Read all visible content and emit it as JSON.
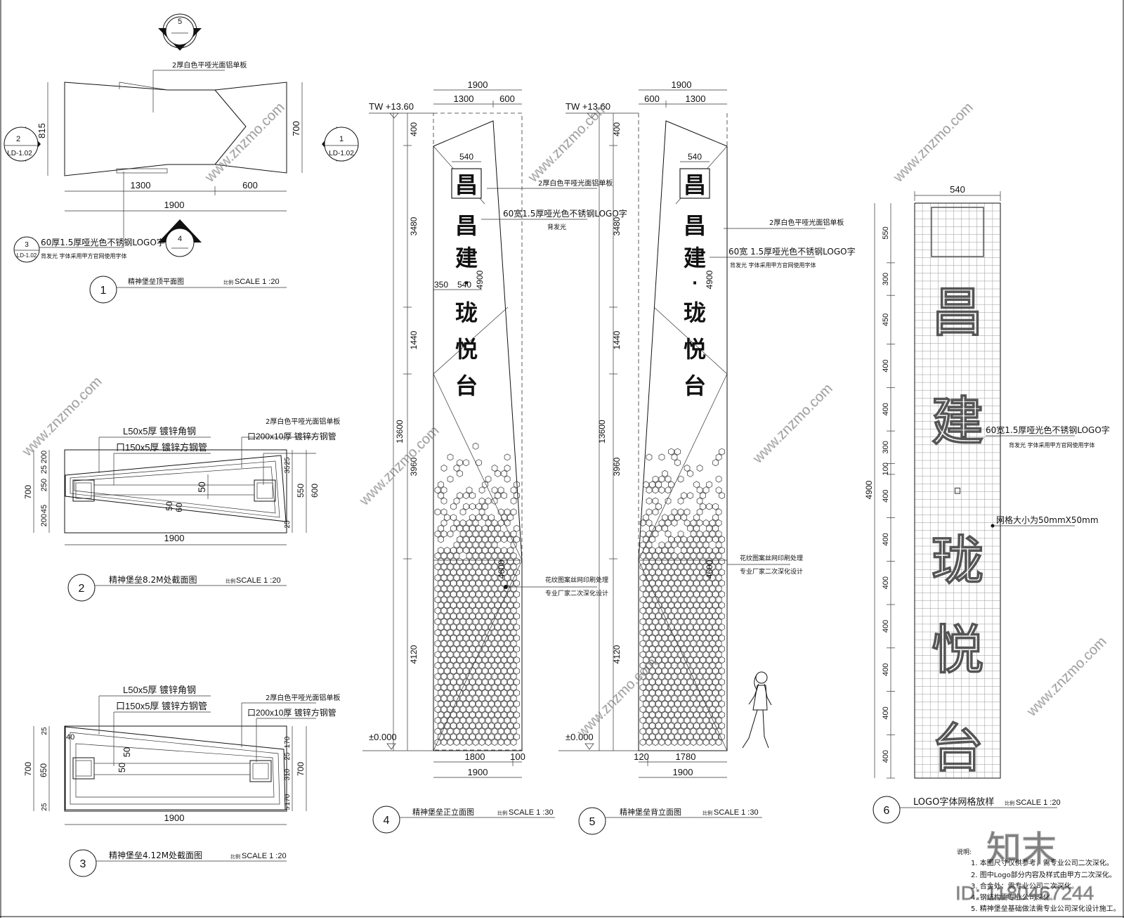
{
  "plan1": {
    "section_top": "5",
    "section_bottom": "4",
    "mark_left_num": "2",
    "mark_left_ref": "LD-1.02",
    "mark_right_num": "1",
    "mark_right_ref": "LD-1.02",
    "mark_detail_num": "3",
    "mark_detail_ref": "LD-1.02",
    "note_top": "2厚白色平哑光面铝单板",
    "note_logo_a": "60厚1.5厚哑光色不锈钢LOGO字",
    "note_logo_b": "背发光   字体采用甲方官网使用字体",
    "dims": [
      "815",
      "700",
      "1300",
      "600",
      "1900"
    ],
    "title_num": "1",
    "title": "精神堡垒顶平面图",
    "scale_prefix": "比例",
    "scale": "SCALE 1 :20"
  },
  "section2": {
    "note_angle": "L50x5厚  镀锌角钢",
    "note_tube_a": "口150x5厚  镀锌方钢管",
    "note_panel": "2厚白色平哑光面铝单板",
    "note_tube_b": "口200x10厚  镀锌方钢管",
    "dims_left": [
      "700",
      "200",
      "25",
      "250",
      "25",
      "200",
      "45"
    ],
    "dims_right": [
      "25",
      "550",
      "600",
      "25",
      "35"
    ],
    "dims_inner": [
      "50",
      "50",
      "60"
    ],
    "width": "1900",
    "title_num": "2",
    "title": "精神堡垒8.2M处截面图",
    "scale_prefix": "比例",
    "scale": "SCALE 1 :20"
  },
  "section3": {
    "note_angle": "L50x5厚  镀锌角钢",
    "note_tube_a": "口150x5厚  镀锌方钢管",
    "note_panel": "2厚白色平哑光面铝单板",
    "note_tube_b": "口200x10厚  镀锌方钢管",
    "dims_left": [
      "700",
      "650",
      "25",
      "25"
    ],
    "dims_right": [
      "170",
      "25",
      "310",
      "700",
      "170",
      "5"
    ],
    "dims_inner": [
      "40",
      "50",
      "50"
    ],
    "width": "1900",
    "title_num": "3",
    "title": "精神堡垒4.12M处截面图",
    "scale_prefix": "比例",
    "scale": "SCALE 1 :20"
  },
  "elev4": {
    "top_dims": [
      "1900",
      "1300",
      "600"
    ],
    "level_top": "TW +13.60",
    "level_bottom": "±0.000",
    "left_dims": [
      "400",
      "3480",
      "1440",
      "3960",
      "4120"
    ],
    "total_height": "13600",
    "inner_dims": [
      "540",
      "350",
      "540",
      "4900",
      "4600"
    ],
    "bottom_dims": [
      "1800",
      "100",
      "1900"
    ],
    "chars": [
      "昌",
      "建",
      "·",
      "珑",
      "悦",
      "台"
    ],
    "note_panel": "2厚白色平哑光面铝单板",
    "note_logo_a": "60宽1.5厚哑光色不锈钢LOGO字",
    "note_logo_b": "背发光",
    "note_pattern_a": "花纹图案丝网印刷处理",
    "note_pattern_b": "专业厂家二次深化设计",
    "title_num": "4",
    "title": "精神堡垒正立面图",
    "scale_prefix": "比例",
    "scale": "SCALE 1 :30"
  },
  "elev5": {
    "top_dims": [
      "1900",
      "600",
      "1300"
    ],
    "level_top": "TW +13.60",
    "level_bottom": "±0.000",
    "left_dims": [
      "400",
      "3480",
      "1440",
      "3960",
      "4120"
    ],
    "total_height": "13600",
    "inner_dims": [
      "540",
      "4900",
      "4600"
    ],
    "bottom_dims": [
      "120",
      "1780",
      "1900"
    ],
    "chars": [
      "昌",
      "建",
      "·",
      "珑",
      "悦",
      "台"
    ],
    "note_panel": "2厚白色平哑光面铝单板",
    "note_logo_a": "60宽 1.5厚哑光色不锈钢LOGO字",
    "note_logo_b": "背发光   字体采用甲方官网使用字体",
    "note_pattern_a": "花纹图案丝网印刷处理",
    "note_pattern_b": "专业厂家二次深化设计",
    "title_num": "5",
    "title": "精神堡垒背立面图",
    "scale_prefix": "比例",
    "scale": "SCALE 1 :30"
  },
  "logo6": {
    "width": "540",
    "total": "4900",
    "left_dims": [
      "550",
      "300",
      "450",
      "400",
      "400",
      "300",
      "100",
      "400",
      "400",
      "400",
      "400",
      "400",
      "400",
      "400"
    ],
    "chars": [
      "昌",
      "建",
      "·",
      "珑",
      "悦",
      "台"
    ],
    "note_logo_a": "60宽1.5厚哑光色不锈钢LOGO字",
    "note_logo_b": "背发光   字体采用甲方官网使用字体",
    "note_grid": "网格大小为50mmX50mm",
    "title_num": "6",
    "title": "LOGO字体网格放样",
    "scale_prefix": "比例",
    "scale": "SCALE 1 :20"
  },
  "notes": {
    "heading": "说明:",
    "items": [
      "1.  本图尺寸仅供参考，需专业公司二次深化。",
      "2.  图中Logo部分内容及样式由甲方二次深化。",
      "3.  合金处：需专业公司二次深化。",
      "4.  钢结构需专业公司深化。",
      "5.  精神堡垒基础做法需专业公司深化设计施工。"
    ]
  },
  "watermark": {
    "brand": "知末",
    "id": "ID: 1180467244",
    "site": "www.znzmo.com"
  }
}
